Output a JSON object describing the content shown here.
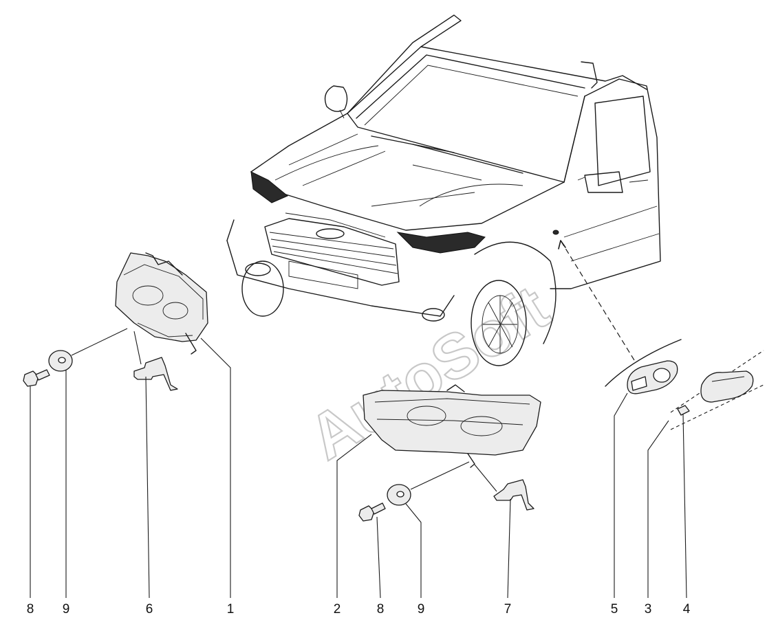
{
  "watermark": "AutoSoft",
  "callouts": [
    {
      "id": "c8a",
      "label": "8"
    },
    {
      "id": "c9a",
      "label": "9"
    },
    {
      "id": "c6",
      "label": "6"
    },
    {
      "id": "c1",
      "label": "1"
    },
    {
      "id": "c2",
      "label": "2"
    },
    {
      "id": "c8b",
      "label": "8"
    },
    {
      "id": "c9b",
      "label": "9"
    },
    {
      "id": "c7",
      "label": "7"
    },
    {
      "id": "c5",
      "label": "5"
    },
    {
      "id": "c3",
      "label": "3"
    },
    {
      "id": "c4",
      "label": "4"
    }
  ]
}
